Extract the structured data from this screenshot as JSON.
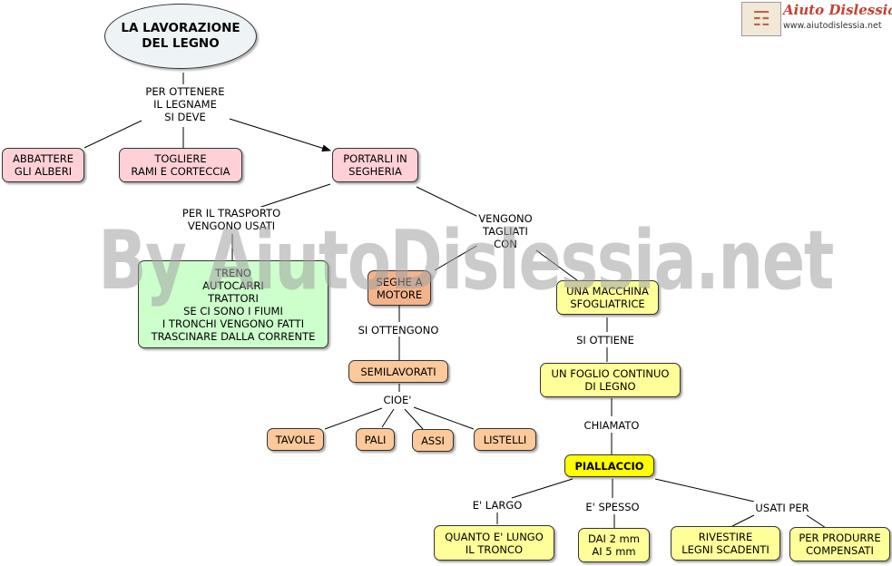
{
  "title": "LA LAVORAZIONE\nDEL LEGNO",
  "logo": {
    "name": "Aiuto Dislessia",
    "url": "www.aiutodislessia.net",
    "icon": "book-icon"
  },
  "watermark": "By AiutoDislessia.net",
  "nodes": {
    "abbattere": "ABBATTERE\nGLI ALBERI",
    "togliere": "TOGLIERE\nRAMI E CORTECCIA",
    "portarli": "PORTARLI IN\nSEGHERIA",
    "trasporto": "TRENO\nAUTOCARRI\nTRATTORI\nSE CI SONO I FIUMI\nI TRONCHI VENGONO FATTI\nTRASCINARE DALLA CORRENTE",
    "seghe": "SEGHE A\nMOTORE",
    "macchina": "UNA MACCHINA\nSFOGLIATRICE",
    "semilavorati": "SEMILAVORATI",
    "foglio": "UN FOGLIO CONTINUO\nDI LEGNO",
    "tavole": "TAVOLE",
    "pali": "PALI",
    "assi": "ASSI",
    "listelli": "LISTELLI",
    "piallaccio": "PIALLACCIO",
    "lungo": "QUANTO E' LUNGO\nIL TRONCO",
    "spesso": "DAI 2 mm\nAI 5 mm",
    "rivestire": "RIVESTIRE\nLEGNI SCADENTI",
    "compensati": "PER PRODURRE\nCOMPENSATI"
  },
  "links": {
    "per_ottenere": "PER OTTENERE\nIL LEGNAME\nSI DEVE",
    "per_trasporto": "PER IL TRASPORTO\nVENGONO USATI",
    "vengono_tagliati": "VENGONO\nTAGLIATI\nCON",
    "si_ottengono": "SI OTTENGONO",
    "si_ottiene": "SI OTTIENE",
    "cioe": "CIOE'",
    "chiamato": "CHIAMATO",
    "largo": "E' LARGO",
    "spesso": "E' SPESSO",
    "usati_per": "USATI PER"
  },
  "colors": {
    "pink": "#ffd1d6",
    "green": "#ccffcc",
    "orange": "#f3b48c",
    "light_orange": "#fcc99a",
    "yellow": "#ffff99",
    "bright_yellow": "#ffff00",
    "title_fill": "#eef3f5"
  }
}
